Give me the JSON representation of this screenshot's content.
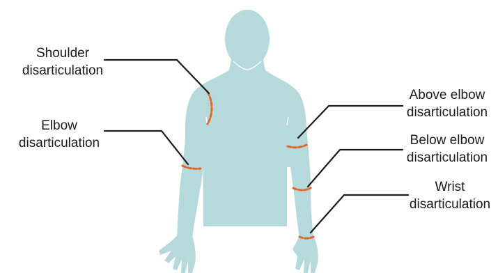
{
  "colors": {
    "body_fill": "#b6d9dc",
    "cut_line": "#e0662a",
    "leader_line": "#1a1a1a",
    "text": "#1a1a1a"
  },
  "labels": {
    "shoulder": {
      "line1": "Shoulder",
      "line2": "disarticulation"
    },
    "elbow": {
      "line1": "Elbow",
      "line2": "disarticulation"
    },
    "above_elbow": {
      "line1": "Above elbow",
      "line2": "disarticulation"
    },
    "below_elbow": {
      "line1": "Below elbow",
      "line2": "disarticulation"
    },
    "wrist": {
      "line1": "Wrist",
      "line2": "disarticulation"
    }
  }
}
